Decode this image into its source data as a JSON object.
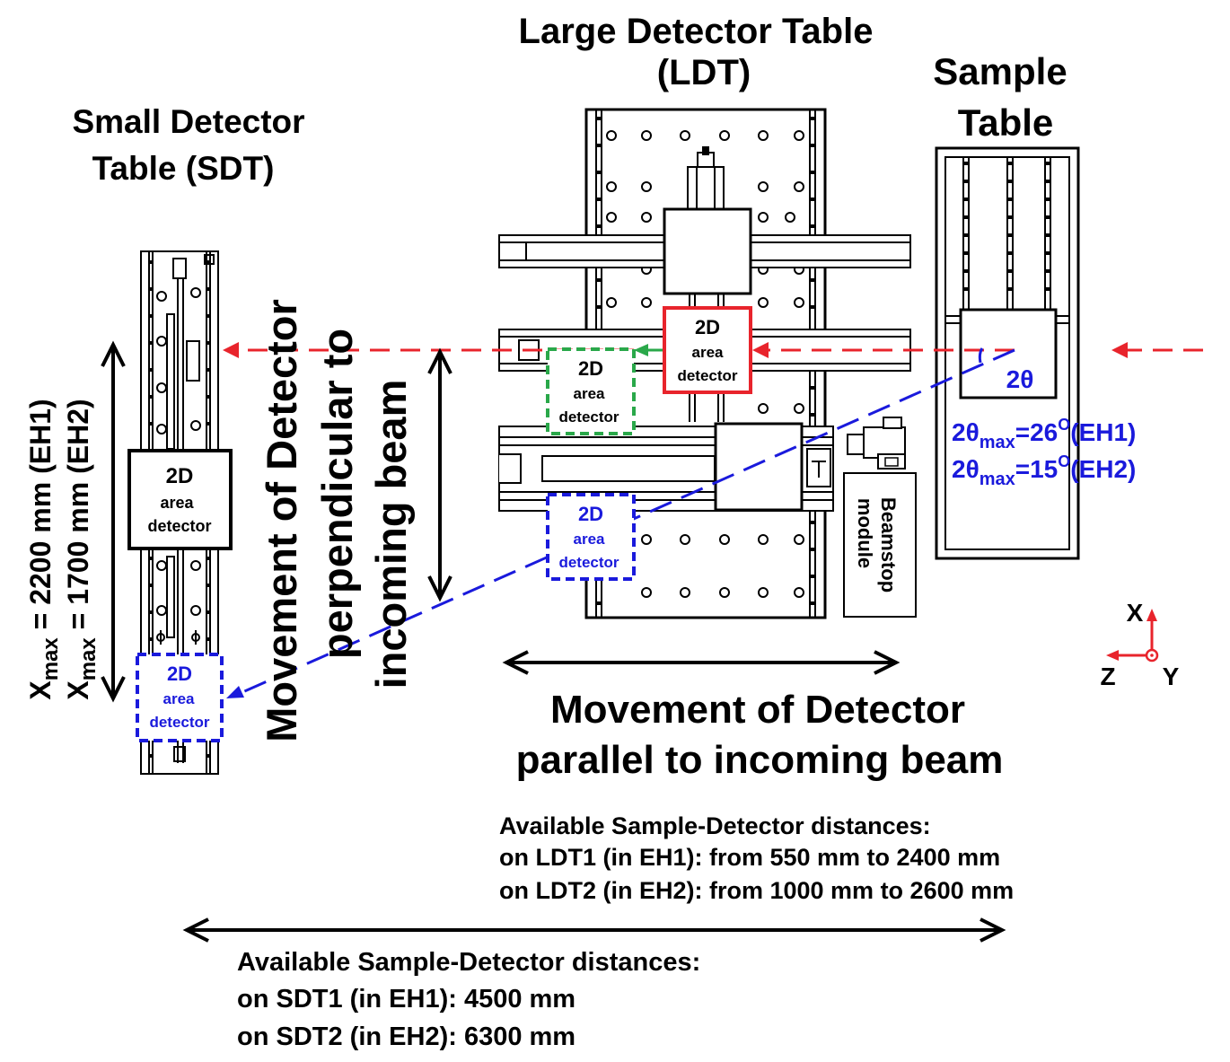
{
  "titles": {
    "ldt_line1": "Large Detector Table",
    "ldt_line2": "(LDT)",
    "sample_line1": "Sample",
    "sample_line2": "Table",
    "sdt_line1": "Small Detector",
    "sdt_line2": "Table (SDT)"
  },
  "detector": {
    "line1": "2D",
    "line2": "area",
    "line3": "detector"
  },
  "beamstop": {
    "line1": "Beamstop",
    "line2": "module"
  },
  "angles": {
    "two_theta": "2θ",
    "prefix": "2θ",
    "sub": "max",
    "eh1_eq": "=26",
    "eh1_sup": "O",
    "eh1_tail": "(EH1)",
    "eh2_eq": "=15",
    "eh2_sup": "O",
    "eh2_tail": "(EH2)"
  },
  "xmax": {
    "x": "X",
    "sub": "max",
    "eh1_value": " = 2200 mm (EH1)",
    "eh2_value": " = 1700 mm (EH2)"
  },
  "movement_perpendicular": {
    "line1": "Movement of Detector",
    "line2": "perpendicular to",
    "line3": "incoming beam"
  },
  "movement_parallel": {
    "line1": "Movement of Detector",
    "line2": "parallel to incoming beam"
  },
  "ldt_distances": {
    "heading": "Available Sample-Detector distances:",
    "ldt1": "on LDT1 (in EH1): from 550 mm to 2400 mm",
    "ldt2": "on LDT2 (in EH2): from 1000 mm to 2600 mm"
  },
  "sdt_distances": {
    "heading": "Available Sample-Detector distances:",
    "sdt1": "on SDT1 (in EH1): 4500 mm",
    "sdt2": "on SDT2 (in EH2): 6300 mm"
  },
  "axes": {
    "x": "X",
    "z": "Z",
    "y": "Y"
  },
  "colors": {
    "beam": "#e8242c",
    "blue": "#1a1adc",
    "green": "#2aa84a",
    "black": "#000000"
  }
}
